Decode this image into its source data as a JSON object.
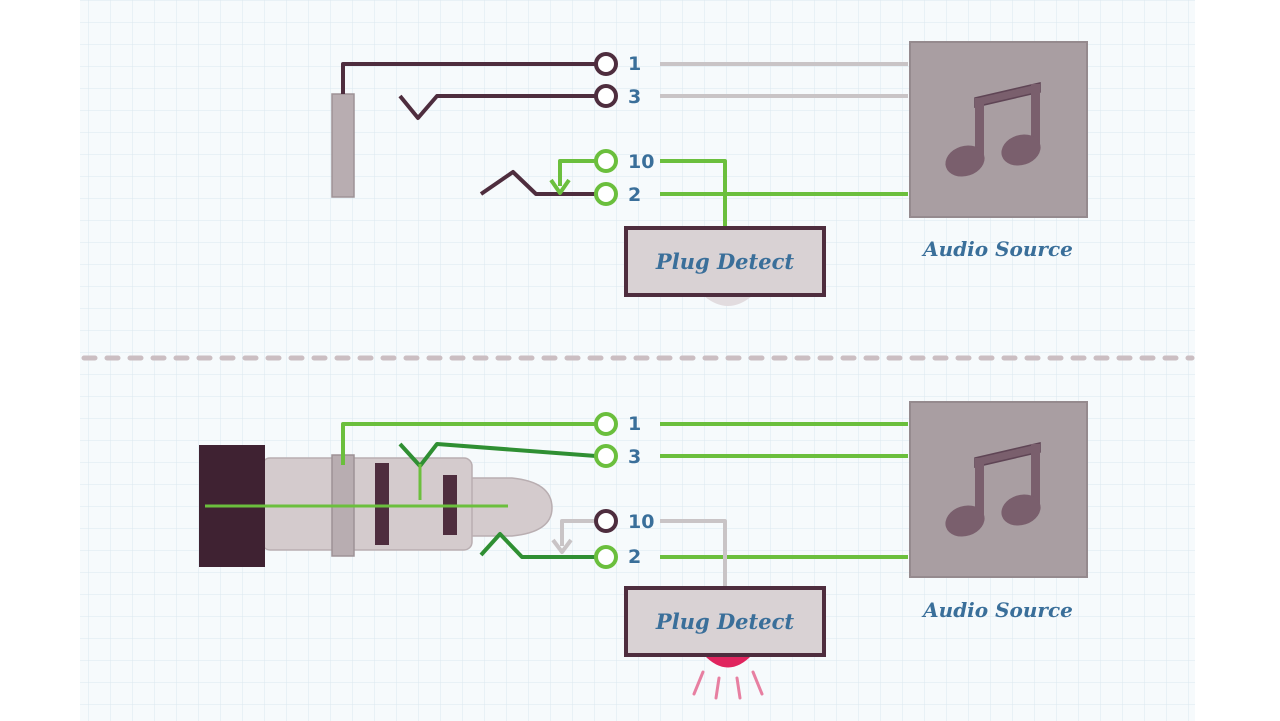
{
  "colors": {
    "grid": "#dbe8ef",
    "paper": "#f6fafc",
    "dark_wire": "#4e2d3e",
    "grey_wire": "#c9c4c6",
    "green_active": "#6bbf3d",
    "green_dark": "#2f8f33",
    "box_fill": "#d9d2d4",
    "box_border": "#4e2d3e",
    "source_fill": "#a99ea2",
    "note_fill": "#7a5f6d",
    "label_blue": "#3a6f9a",
    "divider": "#cbbec2",
    "led_on": "#e0245e",
    "led_off": "#e2dcdf",
    "plug_body": "#d4cbcd",
    "plug_cap": "#3f2232"
  },
  "top_diagram": {
    "pins": {
      "p1": "1",
      "p3": "3",
      "p10": "10",
      "p2": "2"
    },
    "plug_detect_label": "Plug Detect",
    "audio_source_label": "Audio Source",
    "audio_source_icon": "music-note-icon",
    "indicator_state": "off"
  },
  "bottom_diagram": {
    "pins": {
      "p1": "1",
      "p3": "3",
      "p10": "10",
      "p2": "2"
    },
    "plug_detect_label": "Plug Detect",
    "audio_source_label": "Audio Source",
    "audio_source_icon": "music-note-icon",
    "indicator_state": "on"
  }
}
